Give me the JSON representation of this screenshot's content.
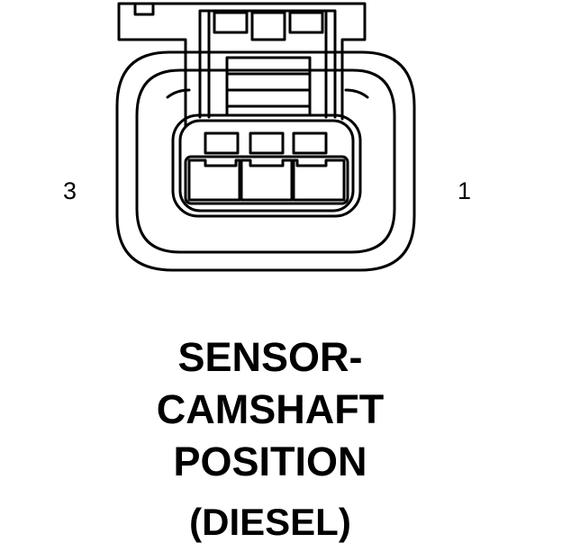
{
  "colors": {
    "ink": "#000000",
    "paper": "#ffffff"
  },
  "pins": {
    "left_label": "3",
    "right_label": "1"
  },
  "title": {
    "line1": "SENSOR-",
    "line2": "CAMSHAFT",
    "line3": "POSITION",
    "line4": "(DIESEL)"
  }
}
